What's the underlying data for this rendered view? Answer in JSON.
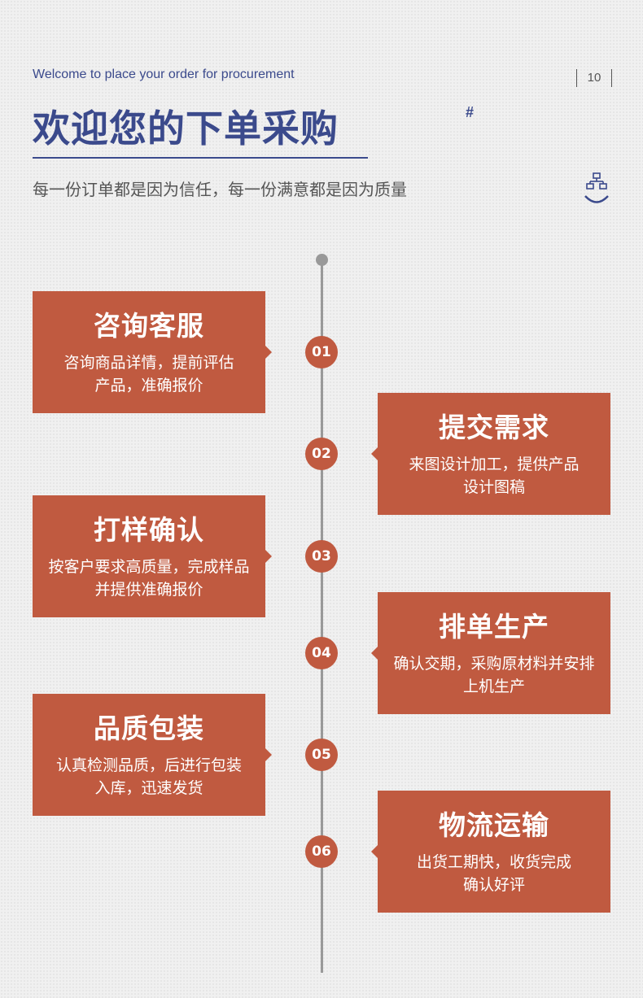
{
  "header": {
    "subtitle_en": "Welcome to place your order for procurement",
    "page_number": "10",
    "hash_mark": "#",
    "title": "欢迎您的下单采购",
    "slogan": "每一份订单都是因为信任，每一份满意都是因为质量",
    "logo_icon": "org-chart-smile-icon"
  },
  "accent_colors": {
    "brand_blue": "#3b4a8c",
    "card_red": "#c05a40",
    "timeline_gray": "#999999"
  },
  "steps": [
    {
      "number": "01",
      "title": "咨询客服",
      "desc_line1": "咨询商品详情，提前评估",
      "desc_line2": "产品，准确报价"
    },
    {
      "number": "02",
      "title": "提交需求",
      "desc_line1": "来图设计加工，提供产品",
      "desc_line2": "设计图稿"
    },
    {
      "number": "03",
      "title": "打样确认",
      "desc_line1": "按客户要求高质量，完成样品",
      "desc_line2": "并提供准确报价"
    },
    {
      "number": "04",
      "title": "排单生产",
      "desc_line1": "确认交期，采购原材料并安排",
      "desc_line2": "上机生产"
    },
    {
      "number": "05",
      "title": "品质包装",
      "desc_line1": "认真检测品质，后进行包装",
      "desc_line2": "入库，迅速发货"
    },
    {
      "number": "06",
      "title": "物流运输",
      "desc_line1": "出货工期快，收货完成",
      "desc_line2": "确认好评"
    }
  ]
}
